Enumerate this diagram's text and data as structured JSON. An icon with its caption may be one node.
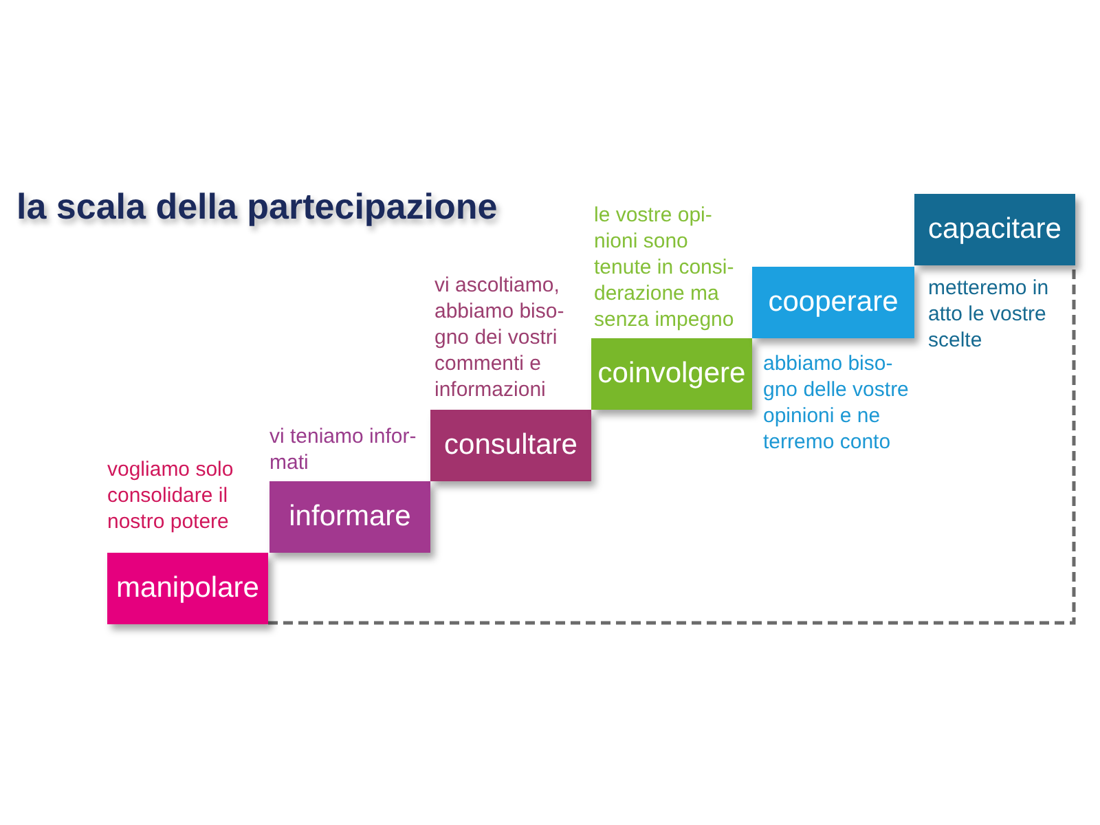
{
  "diagram": {
    "title": "la scala della partecipazione",
    "nodes": [
      {
        "text": [
          "manipolare"
        ],
        "beside": [
          "vogliamo solo consolidare il nostro potere"
        ]
      },
      {
        "text": [
          "informare"
        ],
        "beside": [
          "vi teniamo infor- mati"
        ]
      },
      {
        "text": [
          "consultare"
        ],
        "beside": [
          "vi ascoltiamo, abbiamo biso- gno dei vostri commenti e informazioni"
        ]
      },
      {
        "text": [
          "coinvolgere"
        ],
        "beside": [
          "le vostre opi- nioni sono tenute in consi- derazione ma senza impegno"
        ]
      },
      {
        "text": [
          "cooperare"
        ],
        "beside": [
          "abbiamo biso- gno delle vostre opinioni e ne terremo conto"
        ]
      },
      {
        "text": [
          "capacitare"
        ],
        "beside": [
          "metteremo in atto le vostre scelte"
        ]
      }
    ],
    "edges": [
      {
        "from": 0,
        "to": 5,
        "arrow": "none",
        "style": "dashed"
      }
    ]
  }
}
